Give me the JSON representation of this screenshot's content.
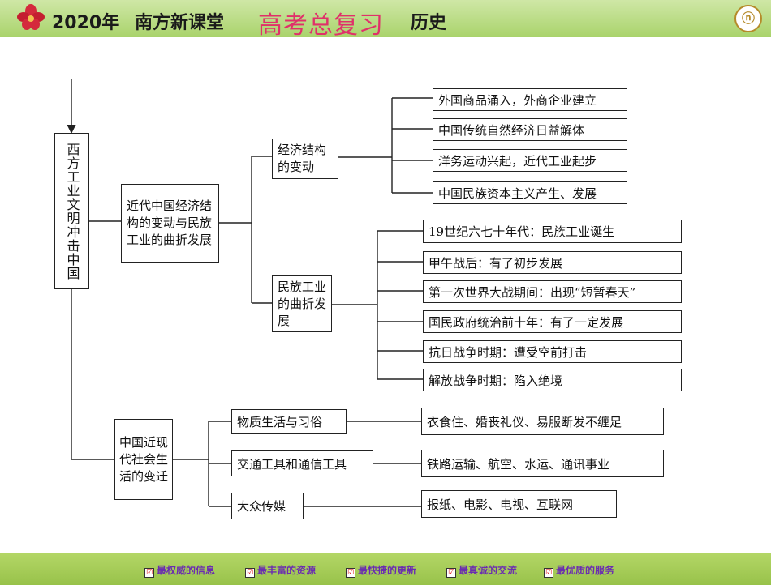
{
  "header": {
    "year": "2020年",
    "brand": "南方新课堂",
    "course": "高考总复习",
    "subject": "历史",
    "logo_text": "ⓝ"
  },
  "diagram": {
    "root": "西方工业文明冲击中国",
    "branch_a": {
      "title": "近代中国经济结构的变动与民族工业的曲折发展",
      "sub1": {
        "title": "经济结构的变动",
        "items": [
          "外国商品涌入，外商企业建立",
          "中国传统自然经济日益解体",
          "洋务运动兴起，近代工业起步",
          "中国民族资本主义产生、发展"
        ]
      },
      "sub2": {
        "title": "民族工业的曲折发展",
        "items": [
          "19世纪六七十年代：民族工业诞生",
          "甲午战后：有了初步发展",
          "第一次世界大战期间：出现“短暂春天”",
          "国民政府统治前十年：有了一定发展",
          "抗日战争时期：遭受空前打击",
          "解放战争时期：陷入绝境"
        ]
      }
    },
    "branch_b": {
      "title": "中国近现代社会生活的变迁",
      "rows": [
        {
          "label": "物质生活与习俗",
          "detail": "衣食住、婚丧礼仪、易服断发不缠足"
        },
        {
          "label": "交通工具和通信工具",
          "detail": "铁路运输、航空、水运、通讯事业"
        },
        {
          "label": "大众传媒",
          "detail": "报纸、电影、电视、互联网"
        }
      ]
    }
  },
  "footer": {
    "items": [
      "最权威的信息",
      "最丰富的资源",
      "最快捷的更新",
      "最真诚的交流",
      "最优质的服务"
    ],
    "check": "☑"
  },
  "colors": {
    "header_bg": "#b9dc7e",
    "course_text": "#e0306a",
    "footer_text": "#6a2db0"
  }
}
